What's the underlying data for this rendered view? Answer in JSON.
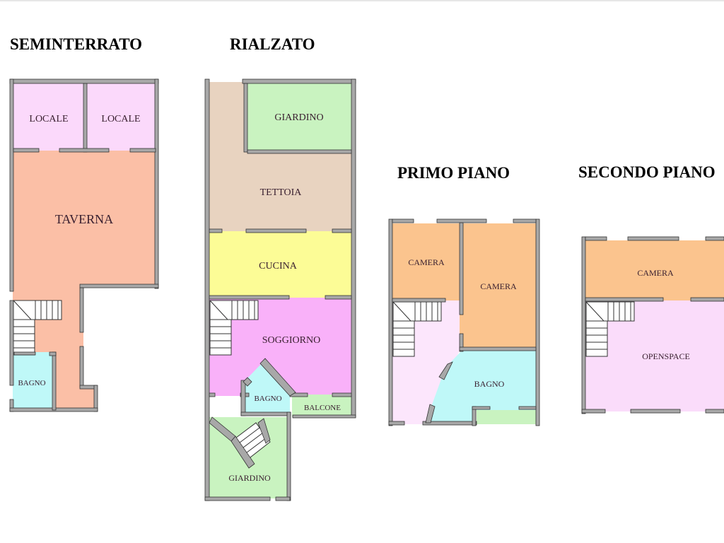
{
  "floors": {
    "seminterrato": {
      "title": "SEMINTERRATO",
      "rooms": {
        "locale_1": "LOCALE",
        "locale_2": "LOCALE",
        "taverna": "TAVERNA",
        "bagno": "BAGNO"
      }
    },
    "rialzato": {
      "title": "RIALZATO",
      "rooms": {
        "giardino_top": "GIARDINO",
        "tettoia": "TETTOIA",
        "cucina": "CUCINA",
        "soggiorno": "SOGGIORNO",
        "bagno": "BAGNO",
        "balcone": "BALCONE",
        "giardino_bottom": "GIARDINO"
      }
    },
    "primo_piano": {
      "title": "PRIMO PIANO",
      "rooms": {
        "camera_1": "CAMERA",
        "camera_2": "CAMERA",
        "bagno": "BAGNO"
      }
    },
    "secondo_piano": {
      "title": "SECONDO PIANO",
      "rooms": {
        "camera": "CAMERA",
        "openspace": "OPENSPACE"
      }
    }
  },
  "colors": {
    "locale": "#fbd9fb",
    "taverna": "#fbbfa6",
    "bagno": "#bff8f8",
    "tettoia": "#e8d3c0",
    "giardino": "#c9f3c0",
    "cucina": "#fcfc96",
    "soggiorno": "#f9b1f9",
    "camera": "#fbc48e",
    "openspace": "#fadcfa",
    "disimpegno": "#fce6fc",
    "wall": "#a8a8a8"
  }
}
